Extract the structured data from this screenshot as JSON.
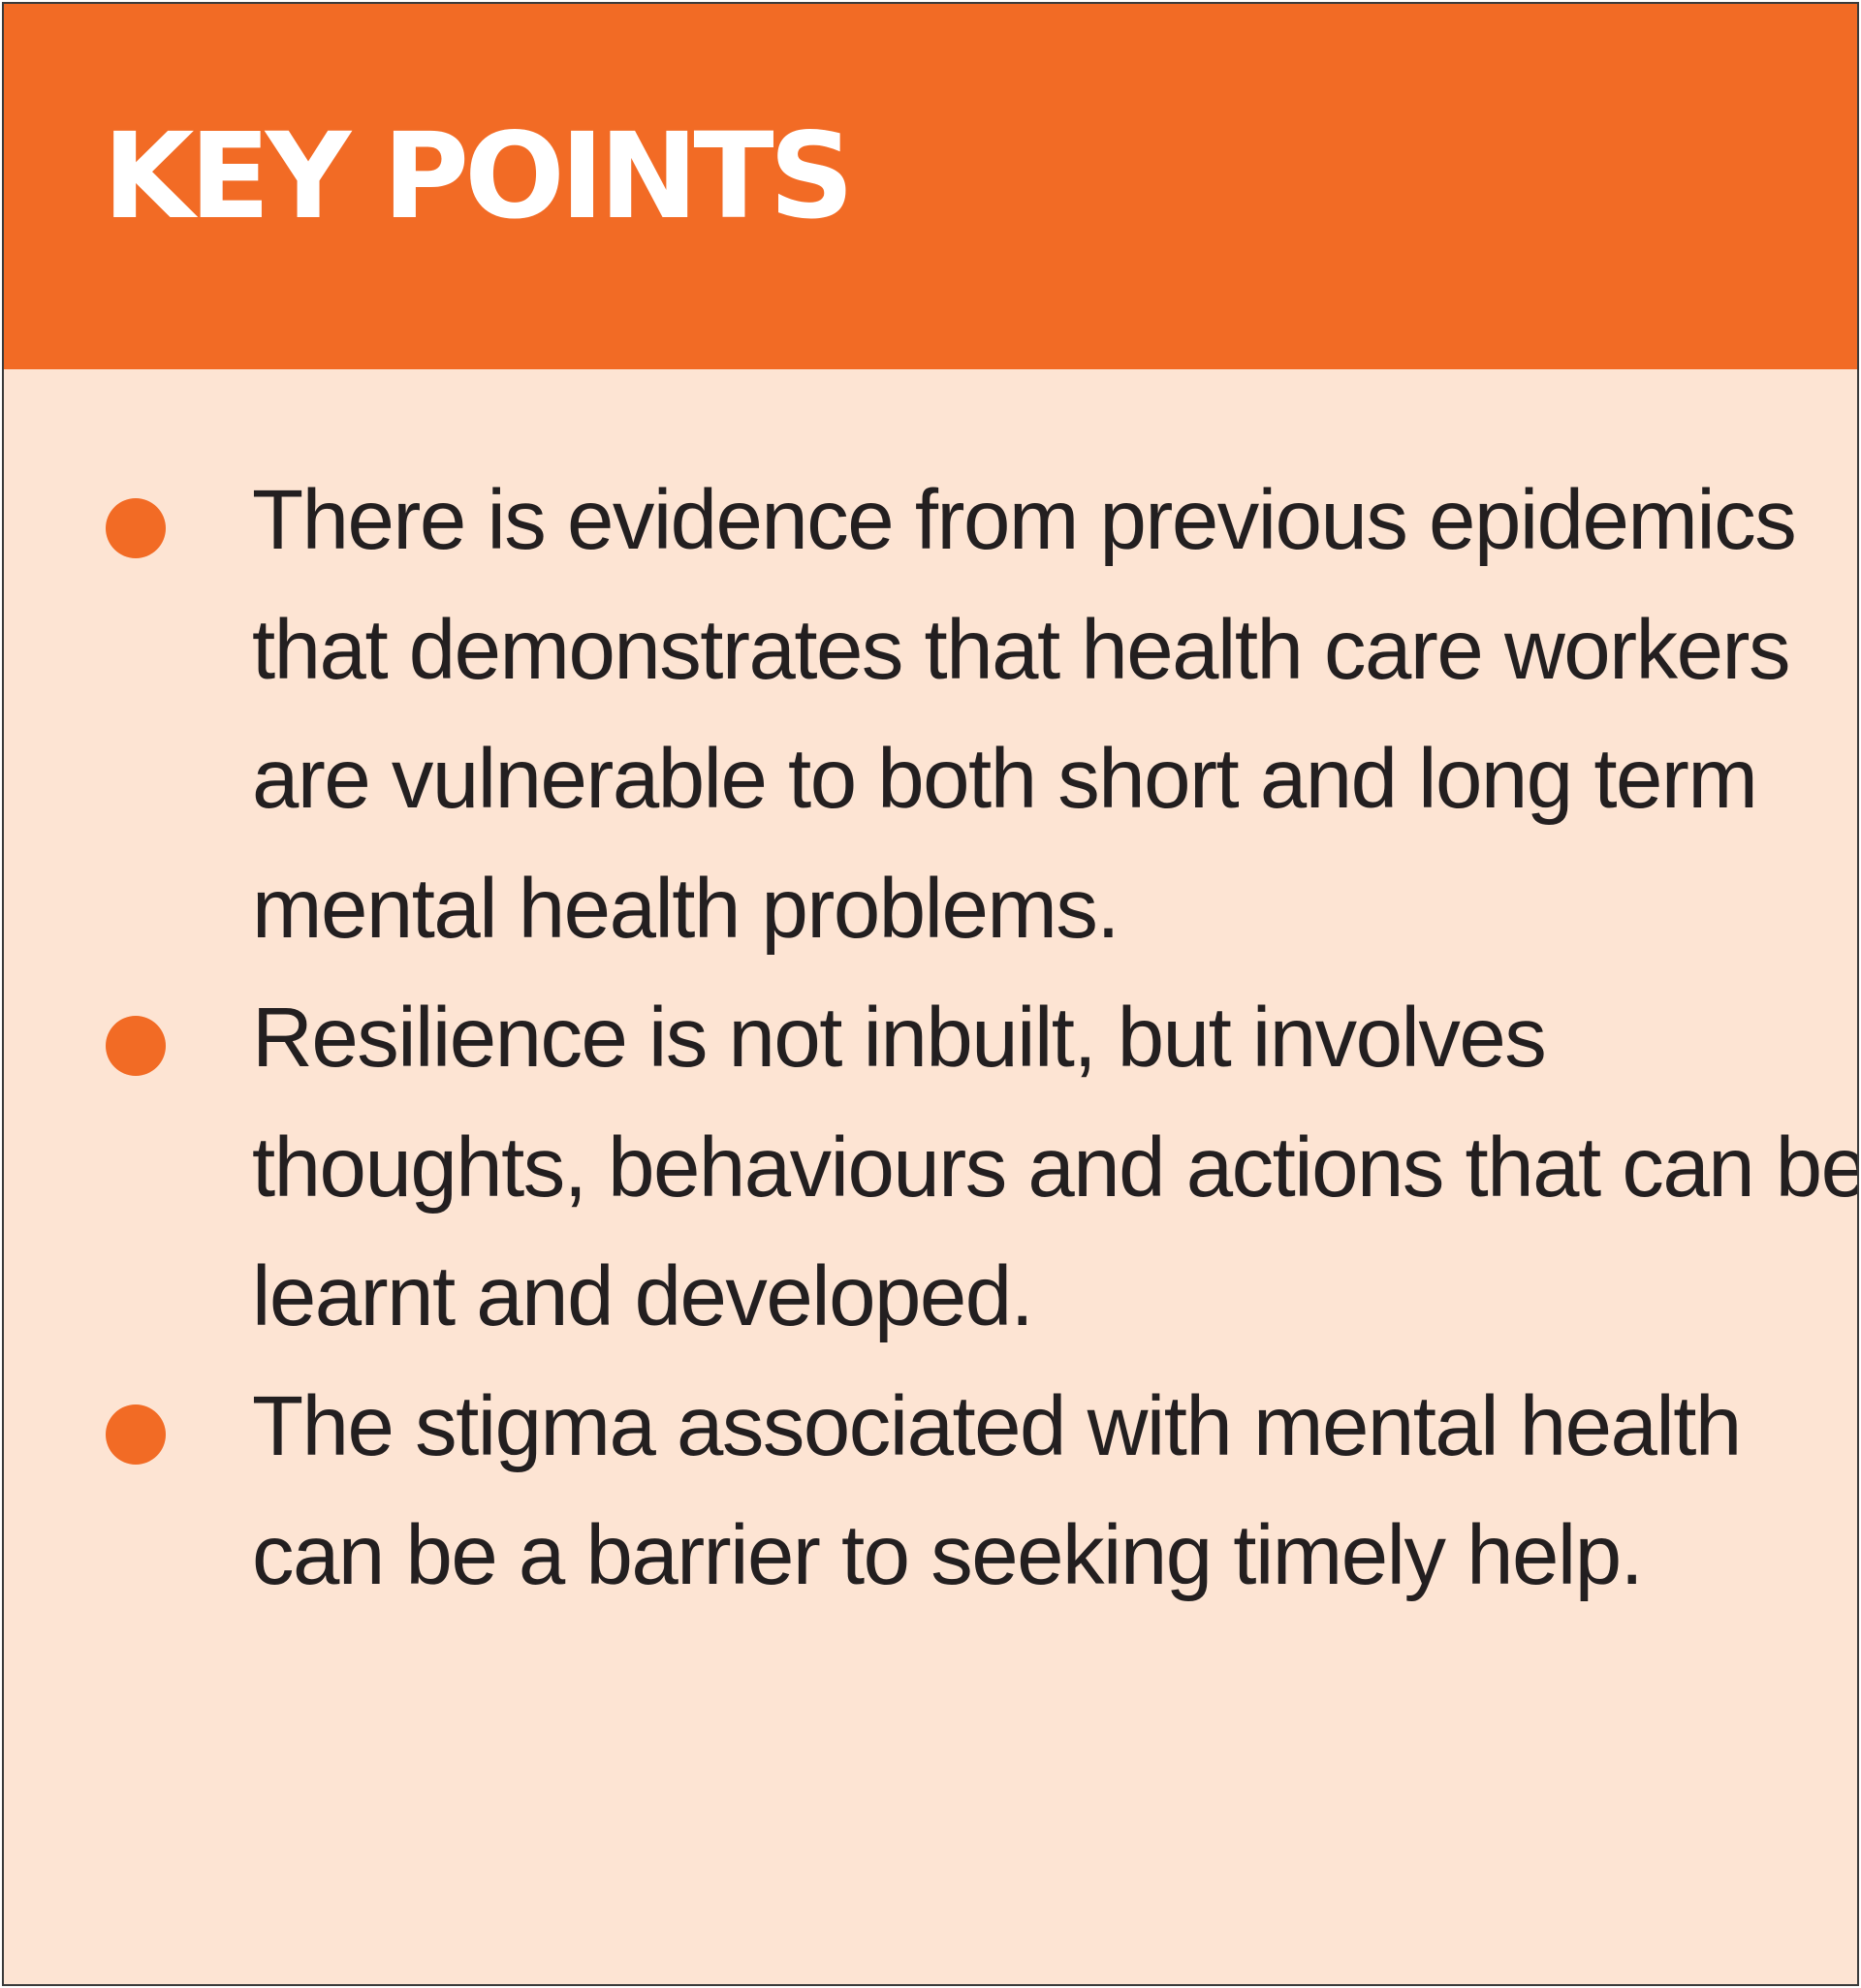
{
  "header": {
    "title": "KEY POINTS"
  },
  "key_points": [
    {
      "text": "There is evidence from previous epidemics that demonstrates that health care workers are vulnerable to both short and long term mental health problems."
    },
    {
      "text": "Resilience is not inbuilt, but involves thoughts, behaviours and actions that can be learnt and developed."
    },
    {
      "text": "The stigma associated with mental health can be a barrier to seeking timely help."
    }
  ],
  "colors": {
    "accent": "#f26b25",
    "panel_background": "#fde4d3",
    "text": "#231f20",
    "border": "#3a3a3a"
  }
}
